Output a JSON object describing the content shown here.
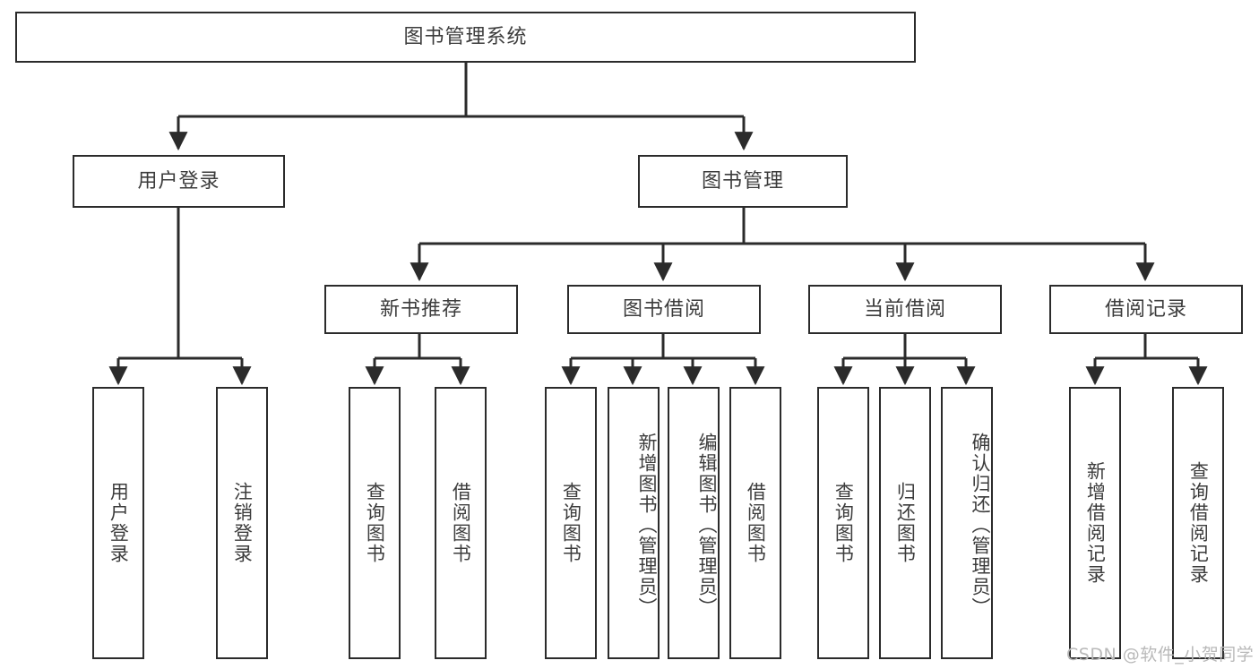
{
  "diagram": {
    "title": "图书管理系统",
    "type": "tree",
    "watermark": "CSDN @软件_小贺同学",
    "colors": {
      "box_border": "#2b2b2b",
      "box_fill": "#ffffff",
      "text": "#3c3c3c",
      "edge": "#2b2b2b",
      "watermark": "#b9b9b9",
      "background": "#ffffff"
    },
    "nodes": {
      "root": {
        "label": "图书管理系统",
        "level": 0,
        "orientation": "horizontal"
      },
      "user_login": {
        "label": "用户登录",
        "level": 1,
        "orientation": "horizontal"
      },
      "book_manage": {
        "label": "图书管理",
        "level": 1,
        "orientation": "horizontal"
      },
      "new_book_rec": {
        "label": "新书推荐",
        "level": 2,
        "orientation": "horizontal"
      },
      "book_borrow": {
        "label": "图书借阅",
        "level": 2,
        "orientation": "horizontal"
      },
      "current_borrow": {
        "label": "当前借阅",
        "level": 2,
        "orientation": "horizontal"
      },
      "borrow_record": {
        "label": "借阅记录",
        "level": 2,
        "orientation": "horizontal"
      },
      "leaf_user_login": {
        "label": "用户登录",
        "level": 2,
        "orientation": "vertical"
      },
      "leaf_logout": {
        "label": "注销登录",
        "level": 2,
        "orientation": "vertical"
      },
      "leaf_query_book_1": {
        "label": "查询图书",
        "level": 3,
        "orientation": "vertical"
      },
      "leaf_borrow_book_1": {
        "label": "借阅图书",
        "level": 3,
        "orientation": "vertical"
      },
      "leaf_query_book_2": {
        "label": "查询图书",
        "level": 3,
        "orientation": "vertical"
      },
      "leaf_add_book": {
        "label": "新增图书（管理员）",
        "level": 3,
        "orientation": "vertical"
      },
      "leaf_edit_book": {
        "label": "编辑图书（管理员）",
        "level": 3,
        "orientation": "vertical"
      },
      "leaf_borrow_book_2": {
        "label": "借阅图书",
        "level": 3,
        "orientation": "vertical"
      },
      "leaf_query_book_3": {
        "label": "查询图书",
        "level": 3,
        "orientation": "vertical"
      },
      "leaf_return_book": {
        "label": "归还图书",
        "level": 3,
        "orientation": "vertical"
      },
      "leaf_confirm_return": {
        "label": "确认归还（管理员）",
        "level": 3,
        "orientation": "vertical"
      },
      "leaf_add_record": {
        "label": "新增借阅记录",
        "level": 3,
        "orientation": "vertical"
      },
      "leaf_query_record": {
        "label": "查询借阅记录",
        "level": 3,
        "orientation": "vertical"
      }
    },
    "edges": [
      {
        "from": "root",
        "to": "user_login"
      },
      {
        "from": "root",
        "to": "book_manage"
      },
      {
        "from": "user_login",
        "to": "leaf_user_login"
      },
      {
        "from": "user_login",
        "to": "leaf_logout"
      },
      {
        "from": "book_manage",
        "to": "new_book_rec"
      },
      {
        "from": "book_manage",
        "to": "book_borrow"
      },
      {
        "from": "book_manage",
        "to": "current_borrow"
      },
      {
        "from": "book_manage",
        "to": "borrow_record"
      },
      {
        "from": "new_book_rec",
        "to": "leaf_query_book_1"
      },
      {
        "from": "new_book_rec",
        "to": "leaf_borrow_book_1"
      },
      {
        "from": "book_borrow",
        "to": "leaf_query_book_2"
      },
      {
        "from": "book_borrow",
        "to": "leaf_add_book"
      },
      {
        "from": "book_borrow",
        "to": "leaf_edit_book"
      },
      {
        "from": "book_borrow",
        "to": "leaf_borrow_book_2"
      },
      {
        "from": "current_borrow",
        "to": "leaf_query_book_3"
      },
      {
        "from": "current_borrow",
        "to": "leaf_return_book"
      },
      {
        "from": "current_borrow",
        "to": "leaf_confirm_return"
      },
      {
        "from": "borrow_record",
        "to": "leaf_add_record"
      },
      {
        "from": "borrow_record",
        "to": "leaf_query_record"
      }
    ]
  }
}
